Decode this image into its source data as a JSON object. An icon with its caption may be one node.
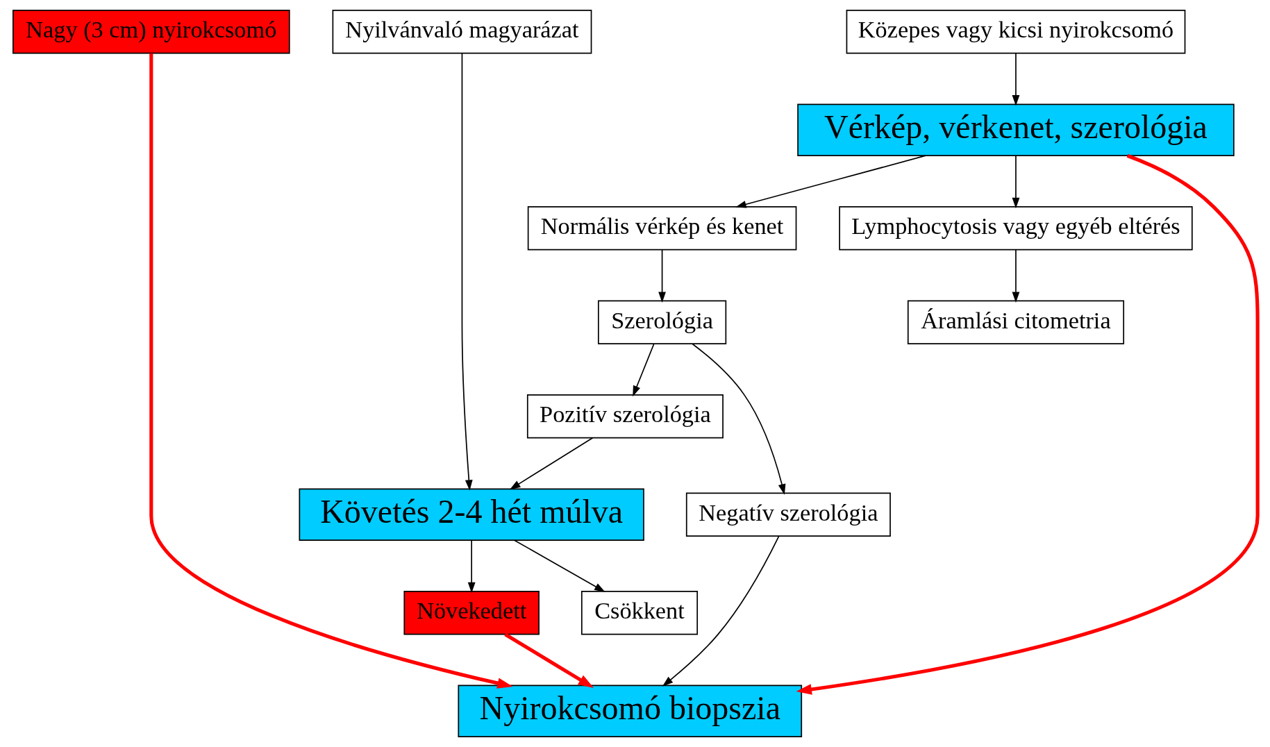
{
  "diagram": {
    "nodes": [
      {
        "text": [
          "Nyilvánvaló magyarázat"
        ]
      },
      {
        "text": [
          "Közepes vagy kicsi nyirokcsomó"
        ]
      },
      {
        "text": [
          "Nagy (3 cm) nyirokcsomó"
        ]
      },
      {
        "text": [
          "Vérkép, vérkenet, szerológia"
        ]
      },
      {
        "text": [
          "Normális vérkép és kenet"
        ]
      },
      {
        "text": [
          "Lymphocytosis vagy egyéb eltérés"
        ]
      },
      {
        "text": [
          "Áramlási citometria"
        ]
      },
      {
        "text": [
          "Követés 2-4 hét múlva"
        ]
      },
      {
        "text": [
          "Szerológia"
        ]
      },
      {
        "text": [
          "Pozitív szerológia"
        ]
      },
      {
        "text": [
          "Negatív szerológia"
        ]
      },
      {
        "text": [
          "Csökkent"
        ]
      },
      {
        "text": [
          "Növekedett"
        ]
      },
      {
        "text": [
          "Nyirokcsomó biopszia"
        ]
      }
    ],
    "edges": [
      {
        "from": 0,
        "to": 7,
        "arrow": "to"
      },
      {
        "from": 1,
        "to": 3,
        "arrow": "to"
      },
      {
        "from": 3,
        "to": 4,
        "arrow": "to"
      },
      {
        "from": 3,
        "to": 5,
        "arrow": "to"
      },
      {
        "from": 5,
        "to": 6,
        "arrow": "to"
      },
      {
        "from": 4,
        "to": 8,
        "arrow": "to"
      },
      {
        "from": 8,
        "to": 9,
        "arrow": "to"
      },
      {
        "from": 9,
        "to": 7,
        "arrow": "to"
      },
      {
        "from": 8,
        "to": 10,
        "arrow": "to"
      },
      {
        "from": 10,
        "to": 13,
        "arrow": "to"
      },
      {
        "from": 7,
        "to": 11,
        "arrow": "to"
      },
      {
        "from": 7,
        "to": 12,
        "arrow": "to"
      },
      {
        "from": 3,
        "to": 13,
        "arrow": "to",
        "style": "thick",
        "color": "#ff0000"
      },
      {
        "from": 12,
        "to": 13,
        "arrow": "to",
        "style": "thick",
        "color": "#ff0000"
      },
      {
        "from": 2,
        "to": 13,
        "arrow": "to",
        "style": "thick",
        "color": "#ff0000"
      }
    ]
  }
}
